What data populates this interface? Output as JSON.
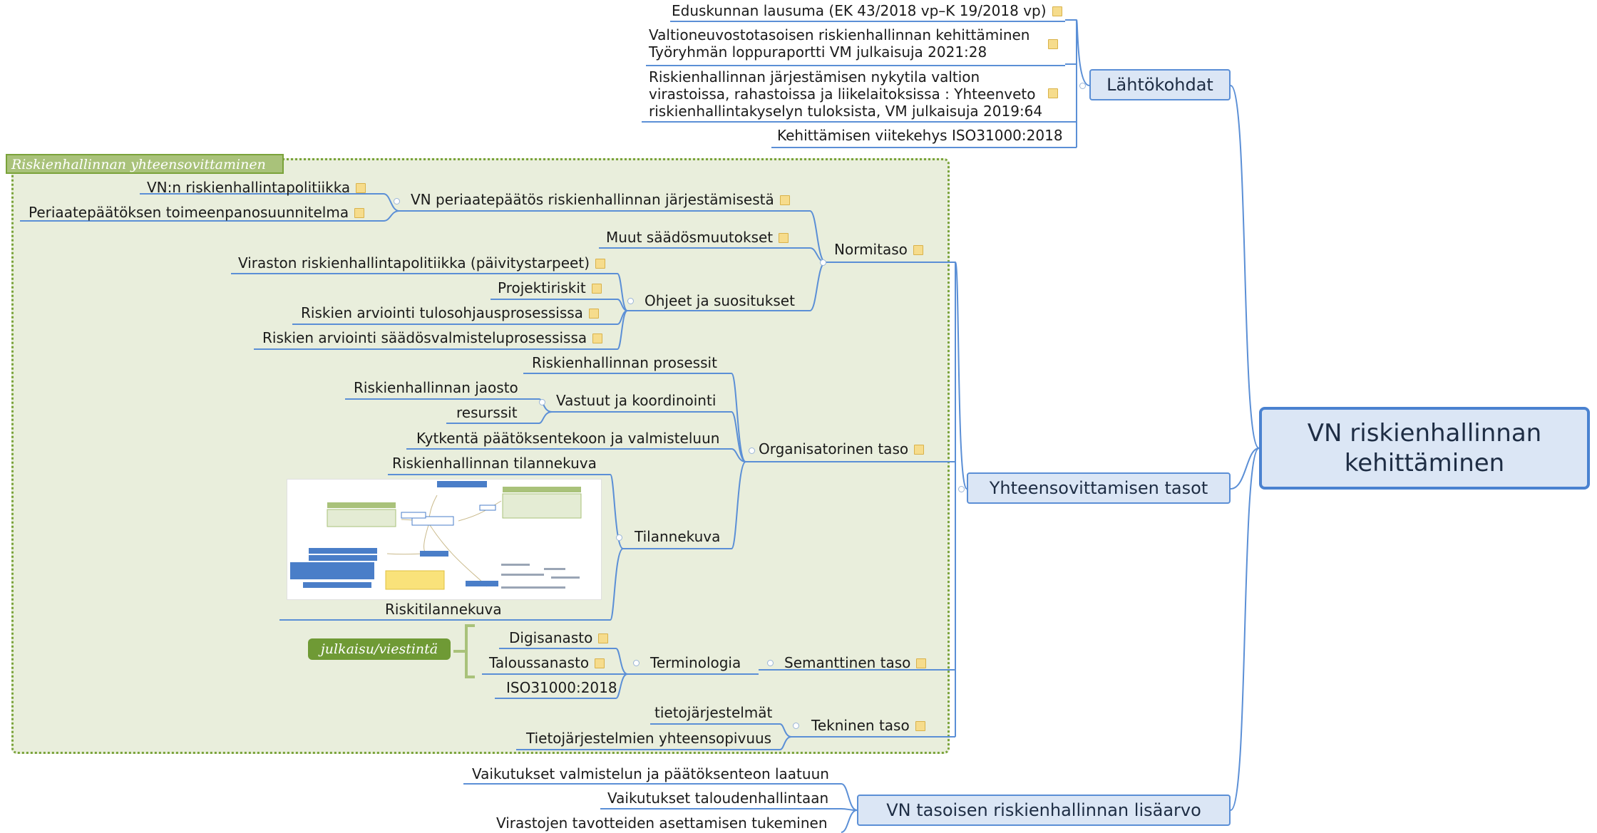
{
  "root": {
    "label": "VN riskienhallinnan kehittäminen"
  },
  "boundary": {
    "label": "Riskienhallinnan yhteensovittaminen"
  },
  "julkaisu_label": "julkaisu/viestintä",
  "lahtokohdat": {
    "label": "Lähtökohdat",
    "children": [
      "Eduskunnan lausuma (EK 43/2018 vp–K 19/2018 vp)",
      "Valtioneuvostotasoisen riskienhallinnan kehittäminen Työryhmän loppuraportti VM julkaisuja 2021:28",
      "Riskienhallinnan järjestämisen nykytila valtion virastoissa, rahastoissa ja liikelaitoksissa : Yhteenveto riskienhallintakyselyn tuloksista, VM julkaisuja 2019:64",
      "Kehittämisen viitekehys ISO31000:2018"
    ]
  },
  "yhteensovittamisen": {
    "label": "Yhteensovittamisen tasot",
    "normitaso": {
      "label": "Normitaso",
      "vn_periaate": "VN periaatepäätös riskienhallinnan järjestämisestä",
      "vn_periaate_children": [
        "VN:n riskienhallintapolitiikka",
        "Periaatepäätöksen toimeenpanosuunnitelma"
      ],
      "muut": "Muut säädösmuutokset",
      "ohjeet": "Ohjeet ja suositukset",
      "ohjeet_children": [
        "Viraston riskienhallintapolitiikka (päivitystarpeet)",
        "Projektiriskit",
        "Riskien arviointi tulosohjausprosessissa",
        "Riskien arviointi säädösvalmisteluprosessissa"
      ]
    },
    "organisatorinen": {
      "label": "Organisatorinen taso",
      "prosessit": "Riskienhallinnan prosessit",
      "vastuut": "Vastuut ja koordinointi",
      "vastuut_children": [
        "Riskienhallinnan jaosto",
        "resurssit"
      ],
      "kytkenta": "Kytkentä päätöksentekoon ja valmisteluun",
      "tilannekuva": "Tilannekuva",
      "tilannekuva_children": [
        "Riskienhallinnan tilannekuva",
        "Riskitilannekuva"
      ]
    },
    "semanttinen": {
      "label": "Semanttinen taso",
      "terminologia": "Terminologia",
      "terminologia_children": [
        "Digisanasto",
        "Taloussanasto",
        "ISO31000:2018"
      ]
    },
    "tekninen": {
      "label": "Tekninen taso",
      "children": [
        "tietojärjestelmät",
        "Tietojärjestelmien yhteensopivuus"
      ]
    }
  },
  "lisaarvo": {
    "label": "VN tasoisen riskienhallinnan lisäarvo",
    "children": [
      "Vaikutukset valmistelun ja päätöksenteon laatuun",
      "Vaikutukset taloudenhallintaan",
      "Virastojen tavotteiden asettamisen tukeminen"
    ]
  },
  "colors": {
    "line": "#5b8fd6",
    "root_fill": "#dbe6f5",
    "boundary_fill": "#e9eedc",
    "boundary_border": "#7aa33a",
    "note": "#f6dc8c"
  }
}
